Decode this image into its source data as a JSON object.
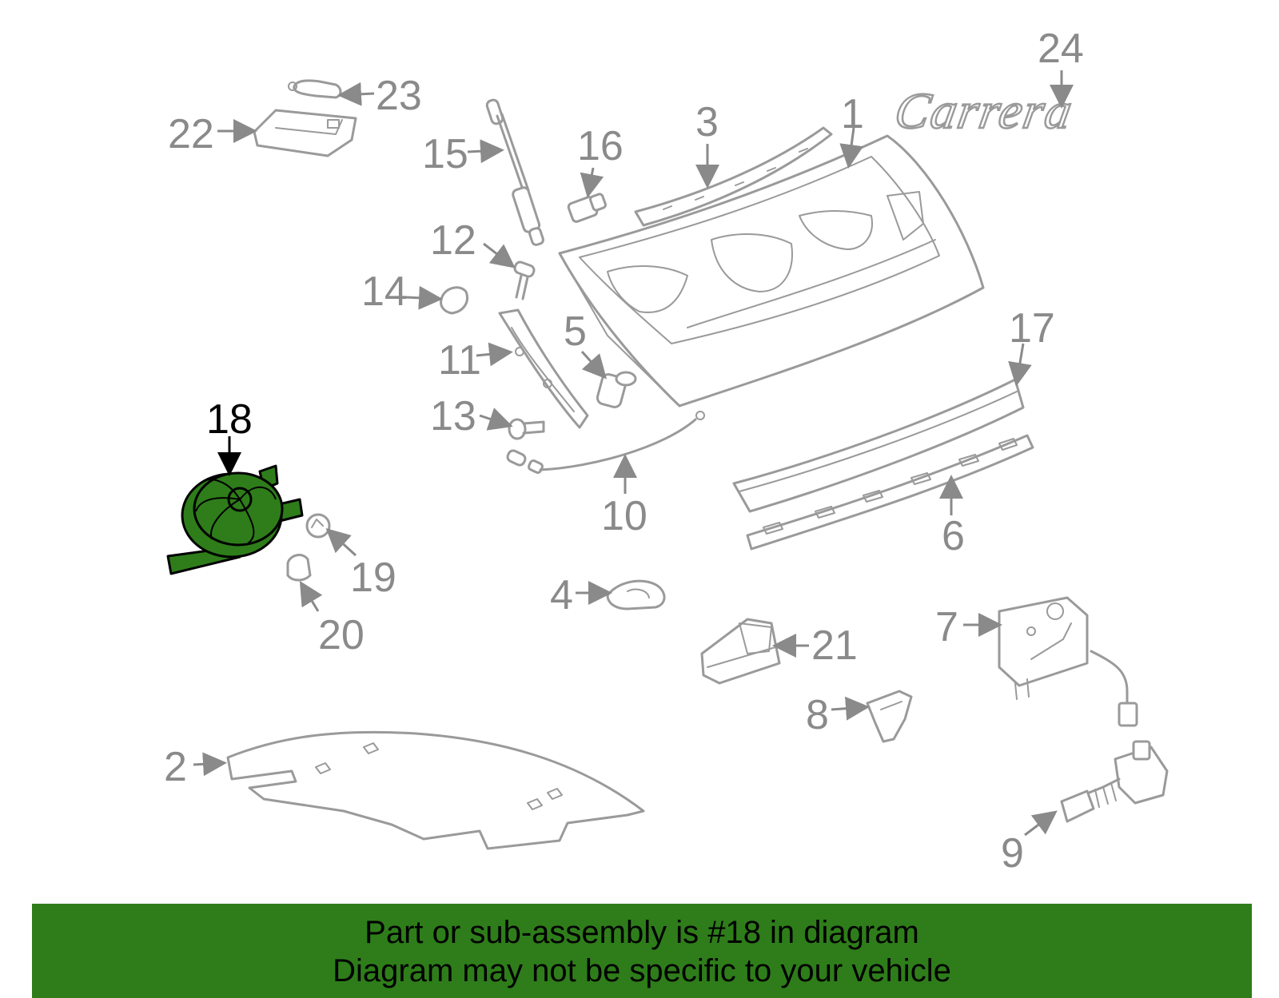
{
  "callouts": {
    "c1": "1",
    "c2": "2",
    "c3": "3",
    "c4": "4",
    "c5": "5",
    "c6": "6",
    "c7": "7",
    "c8": "8",
    "c9": "9",
    "c10": "10",
    "c11": "11",
    "c12": "12",
    "c13": "13",
    "c14": "14",
    "c15": "15",
    "c16": "16",
    "c17": "17",
    "c18": "18",
    "c19": "19",
    "c20": "20",
    "c21": "21",
    "c22": "22",
    "c23": "23",
    "c24": "24"
  },
  "emblem_text": "Carrera",
  "highlight_part": "18",
  "colors": {
    "highlight_green": "#2e7d1a",
    "line_gray": "#9a9a9a",
    "label_gray": "#8a8a8a"
  },
  "banner": {
    "line1": "Part or sub-assembly is #18 in diagram",
    "line2": "Diagram may not be specific to your vehicle"
  }
}
